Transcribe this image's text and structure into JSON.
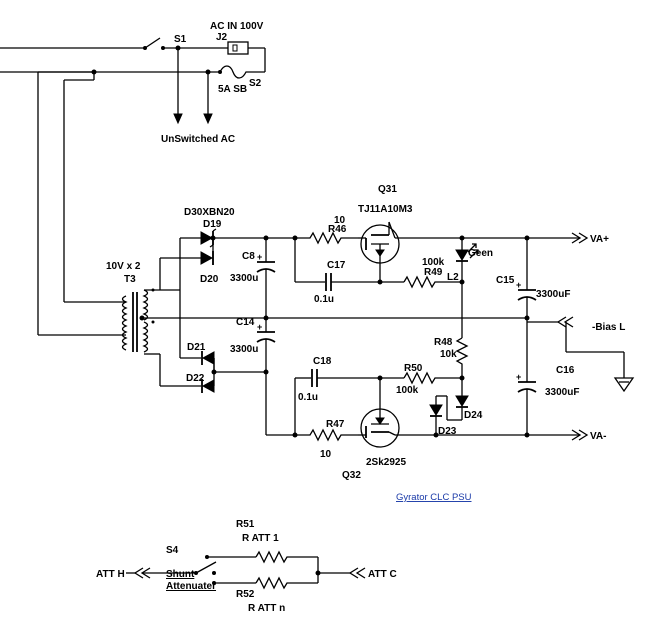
{
  "title": "Gyrator  CLC PSU",
  "mains": {
    "switch": "S1",
    "connector": "J2",
    "input": "AC IN 100V",
    "fuse_value": "5A  SB",
    "fuse": "S2",
    "unswitched": "UnSwitched AC"
  },
  "transformer": {
    "rating": "10V x 2",
    "ref": "T3"
  },
  "diodes": {
    "top_part": "D30XBN20",
    "d19": "D19",
    "d20": "D20",
    "d21": "D21",
    "d22": "D22",
    "d23": "D23",
    "d24": "D24"
  },
  "capacitors": {
    "c8": "C8",
    "c8_val": "3300u",
    "c14": "C14",
    "c14_val": "3300u",
    "c15": "C15",
    "c15_val": "3300uF",
    "c16": "C16",
    "c16_val": "3300uF",
    "c17": "C17",
    "c17_val": "0.1u",
    "c18": "C18",
    "c18_val": "0.1u"
  },
  "resistors": {
    "r46": "R46",
    "r46_val": "10",
    "r47": "R47",
    "r47_val": "10",
    "r48": "R48",
    "r48_val": "10k",
    "r49": "R49",
    "r49_val": "100k",
    "r50": "R50",
    "r50_val": "100k"
  },
  "transistors": {
    "q31": "Q31",
    "q31_part": "TJ11A10M3",
    "q32": "Q32",
    "q32_part": "2Sk2925"
  },
  "led": {
    "label": "Geen",
    "ref": "L2"
  },
  "outputs": {
    "vap": "VA+",
    "bias": "-Bias L",
    "van": "VA-"
  },
  "attenuator": {
    "r51": "R51",
    "r51_val": "R ATT 1",
    "r52": "R52",
    "r52_val": "R ATT n",
    "switch": "S4",
    "switch_line1": "Shunt",
    "switch_line2": "Attenuater",
    "in": "ATT H",
    "out": "ATT C"
  }
}
